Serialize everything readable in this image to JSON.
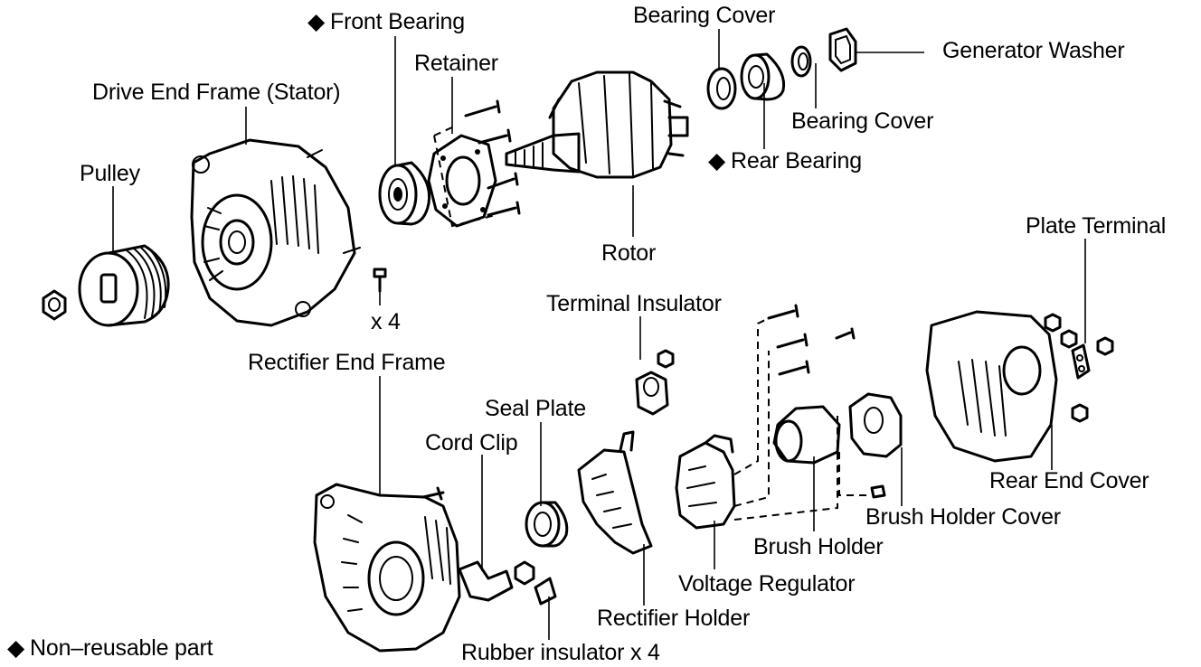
{
  "diagram": {
    "marker_symbol": "◆",
    "labels": {
      "front_bearing": "Front Bearing",
      "bearing_cover_top": "Bearing Cover",
      "generator_washer": "Generator Washer",
      "retainer": "Retainer",
      "drive_end_frame": "Drive End Frame (Stator)",
      "bearing_cover_right": "Bearing Cover",
      "rear_bearing": "Rear Bearing",
      "pulley": "Pulley",
      "plate_terminal": "Plate Terminal",
      "rotor": "Rotor",
      "x4": "x 4",
      "terminal_insulator": "Terminal Insulator",
      "rectifier_end_frame": "Rectifier End Frame",
      "seal_plate": "Seal Plate",
      "cord_clip": "Cord Clip",
      "rear_end_cover": "Rear End Cover",
      "brush_holder_cover": "Brush Holder Cover",
      "brush_holder": "Brush Holder",
      "voltage_regulator": "Voltage Regulator",
      "rectifier_holder": "Rectifier Holder",
      "non_reusable": "Non–reusable part",
      "rubber_insulator": "Rubber insulator x 4"
    }
  }
}
